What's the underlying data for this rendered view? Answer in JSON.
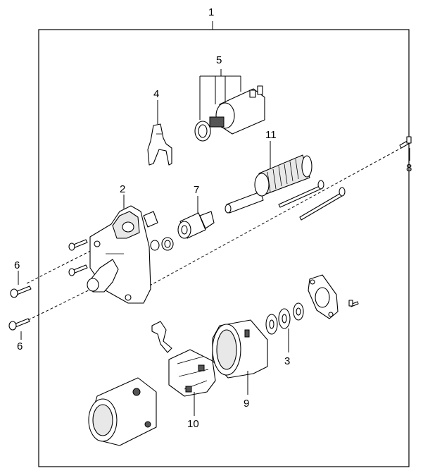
{
  "diagram": {
    "callouts": {
      "c1": "1",
      "c2": "2",
      "c3": "3",
      "c4": "4",
      "c5": "5",
      "c6a": "6",
      "c6b": "6",
      "c7": "7",
      "c8": "8",
      "c9": "9",
      "c10": "10",
      "c11": "11"
    }
  }
}
